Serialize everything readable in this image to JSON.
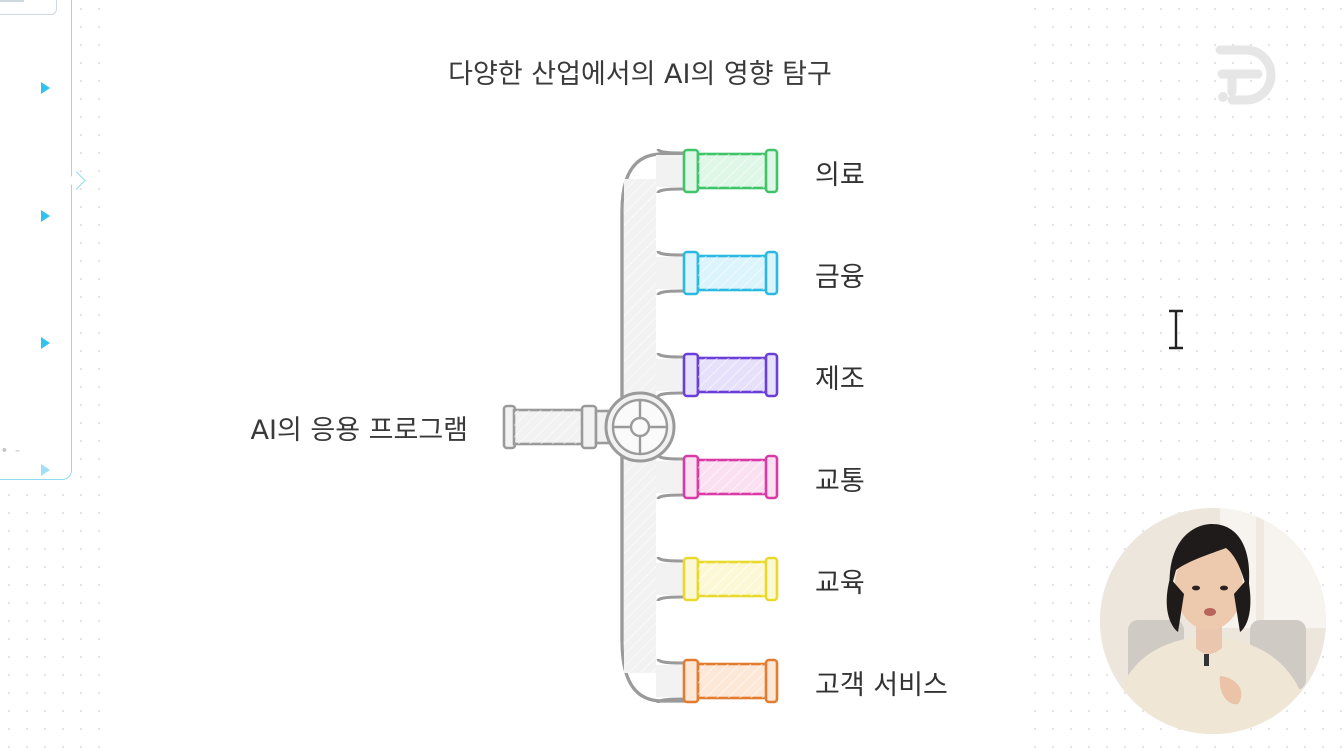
{
  "title": "다양한 산업에서의 AI의 영향 탐구",
  "root": {
    "label": "AI의 응용 프로그램",
    "pipe_color": "#9a9a9a",
    "pipe_fill": "#f2f2f2"
  },
  "branches": [
    {
      "label": "의료",
      "color": "#3fc46a",
      "fill": "#dff7e6"
    },
    {
      "label": "금융",
      "color": "#2ab9e3",
      "fill": "#dcf4fc"
    },
    {
      "label": "제조",
      "color": "#6a3fd9",
      "fill": "#e7e0fb"
    },
    {
      "label": "교통",
      "color": "#d93aa6",
      "fill": "#fbe0f1"
    },
    {
      "label": "교육",
      "color": "#e9d92a",
      "fill": "#fcf8d6"
    },
    {
      "label": "고객 서비스",
      "color": "#e37c2f",
      "fill": "#fde7d7"
    }
  ],
  "colors": {
    "sidebar_accent": "#2ec4ef",
    "sidebar_border": "#8fdcf0",
    "logo": "#e6e6e6"
  },
  "icons": {
    "logo": "brand-logo-icon",
    "cursor": "text-cursor-icon",
    "sidebar_arrow": "play-arrow-icon"
  }
}
